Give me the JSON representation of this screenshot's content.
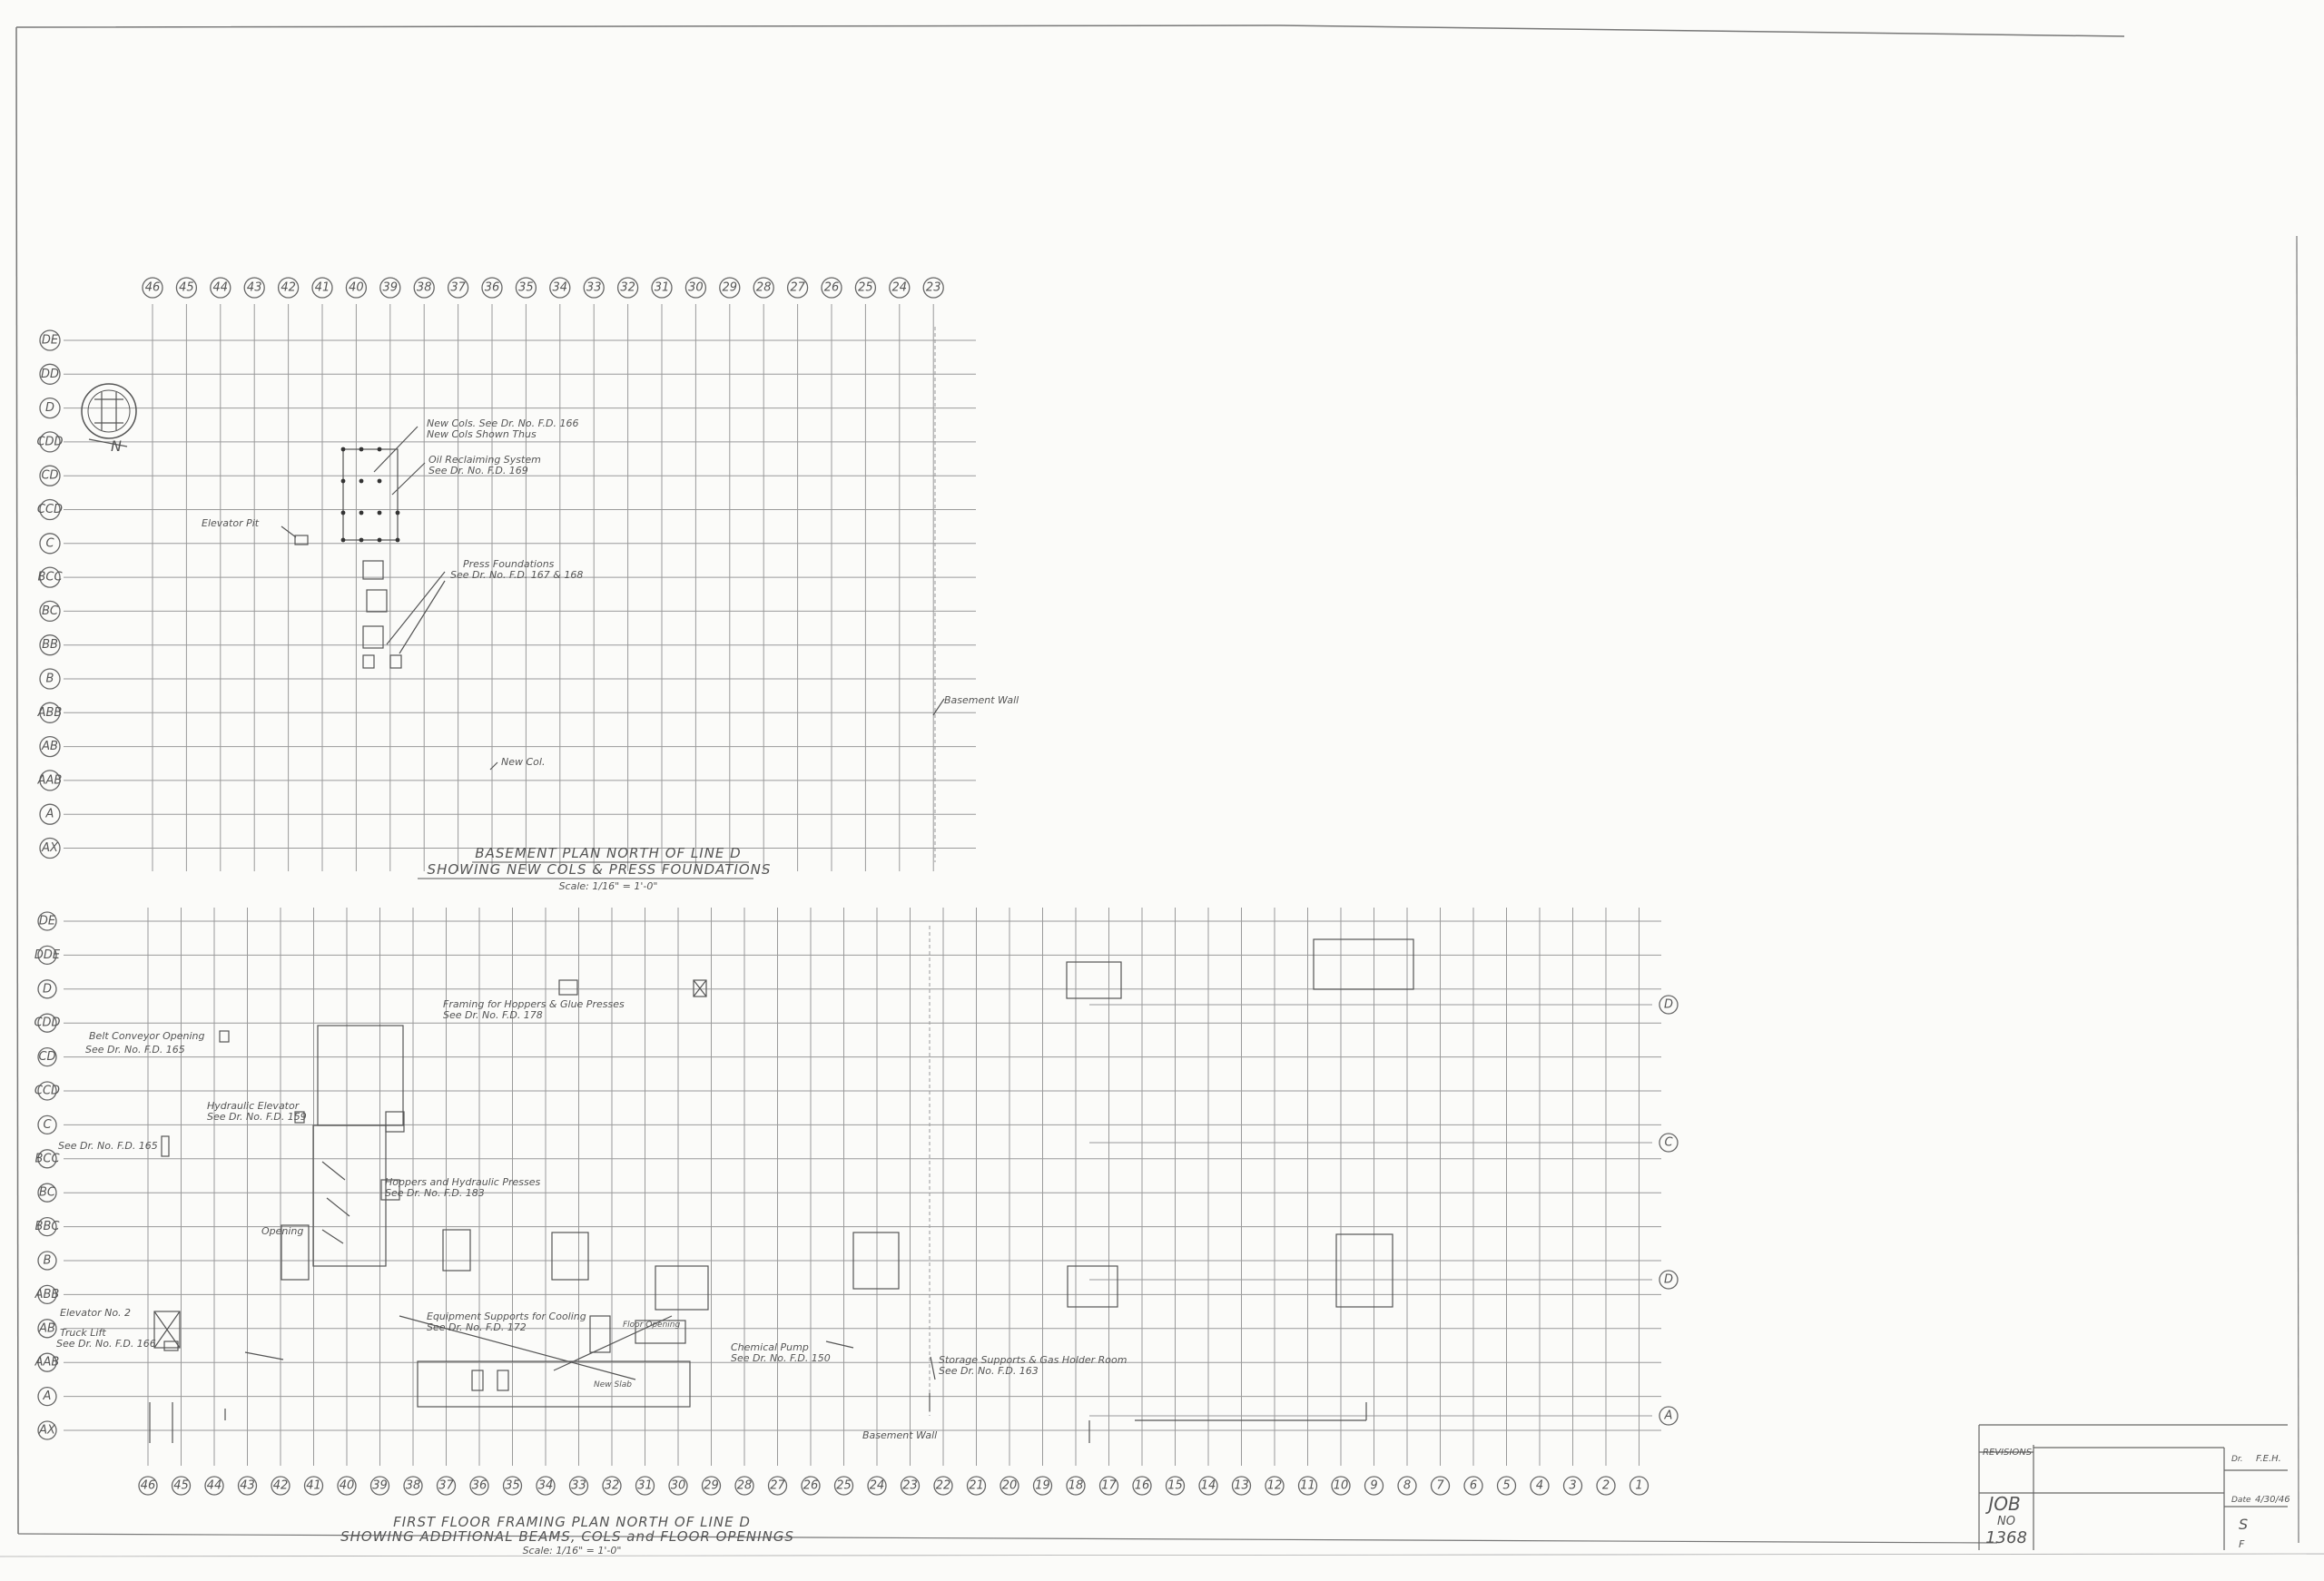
{
  "basement_plan": {
    "title_line1": "BASEMENT PLAN NORTH OF LINE D",
    "title_line2": "SHOWING NEW COLS & PRESS FOUNDATIONS",
    "scale": "Scale: 1/16\" = 1'-0\"",
    "column_labels": [
      "46",
      "45",
      "44",
      "43",
      "42",
      "41",
      "40",
      "39",
      "38",
      "37",
      "36",
      "35",
      "34",
      "33",
      "32",
      "31",
      "30",
      "29",
      "28",
      "27",
      "26",
      "25",
      "24",
      "23"
    ],
    "row_labels": [
      "DE",
      "DD",
      "D",
      "CDD",
      "CD",
      "CCD",
      "C",
      "BCC",
      "BC",
      "BB",
      "B",
      "ABB",
      "AB",
      "AAB",
      "A",
      "AX"
    ],
    "notes": {
      "elevator_pit": "Elevator Pit",
      "new_cols": "New Cols. See Dr. No. F.D. 166",
      "new_cols_sub": "New Cols Shown Thus",
      "reclaiming": "Oil Reclaiming System",
      "reclaiming_sub": "See Dr. No. F.D. 169",
      "press_foundation": "Press Foundations",
      "press_foundation_sub": "See Dr. No. F.D. 167 & 168",
      "basement_wall": "Basement Wall",
      "new_col": "New Col."
    },
    "north_label": "N"
  },
  "first_floor_plan": {
    "title_line1": "FIRST FLOOR FRAMING PLAN NORTH OF LINE D",
    "title_line2": "SHOWING ADDITIONAL BEAMS, COLS and FLOOR OPENINGS",
    "scale": "Scale: 1/16\" = 1'-0\"",
    "column_labels": [
      "46",
      "45",
      "44",
      "43",
      "42",
      "41",
      "40",
      "39",
      "38",
      "37",
      "36",
      "35",
      "34",
      "33",
      "32",
      "31",
      "30",
      "29",
      "28",
      "27",
      "26",
      "25",
      "24",
      "23",
      "22",
      "21",
      "20",
      "19",
      "18",
      "17",
      "16",
      "15",
      "14",
      "13",
      "12",
      "11",
      "10",
      "9",
      "8",
      "7",
      "6",
      "5",
      "4",
      "3",
      "2",
      "1"
    ],
    "row_labels": [
      "DE",
      "DDE",
      "D",
      "CDD",
      "CD",
      "CCD",
      "C",
      "BCC",
      "BC",
      "BBC",
      "B",
      "ABB",
      "AB",
      "AAB",
      "A",
      "AX"
    ],
    "right_labels": [
      "D",
      "C",
      "D",
      "A"
    ],
    "notes": {
      "belt_conveyor": "Belt Conveyor Opening",
      "belt_conveyor_sub": "See Dr. No. F.D. 165",
      "framing_hoppers": "Framing for Hoppers & Glue Presses",
      "framing_hoppers_sub": "See Dr. No. F.D. 178",
      "hydraulic_elevator": "Hydraulic Elevator",
      "hydraulic_elevator_sub": "See Dr. No. F.D. 159",
      "see_dr": "See Dr. No. F.D. 165",
      "opening": "Opening",
      "hoppers_presses": "Hoppers and Hydraulic Presses",
      "hoppers_presses_sub": "See Dr. No. F.D. 183",
      "elevator_2": "Elevator No. 2",
      "truck_lift": "Truck Lift",
      "truck_lift_sub": "See Dr. No. F.D. 166",
      "equipment_supports": "Equipment Supports for Cooling",
      "equipment_supports_sub": "See Dr. No. F.D. 172",
      "chemical_pumps": "Chemical Pump",
      "chemical_pumps_sub": "See Dr. No. F.D. 150",
      "floor_opening": "Floor Opening",
      "new_slab": "New Slab",
      "storage_bins": "Storage Supports & Gas Holder Room",
      "storage_bins_sub": "See Dr. No. F.D. 163",
      "basement_wall": "Basement Wall"
    }
  },
  "title_block": {
    "revisions": "REVISIONS",
    "job_label": "JOB",
    "job_no_label": "NO",
    "job_number": "1368",
    "dr_label": "Dr.",
    "dr_value": "F.E.H.",
    "date_label": "Date",
    "date_value": "4/30/46",
    "sheet_value": "S",
    "sheet_sub": "F"
  },
  "colors": {
    "paper": "#fbfbf9",
    "ink": "#555555",
    "grid": "#9a9a9a"
  }
}
